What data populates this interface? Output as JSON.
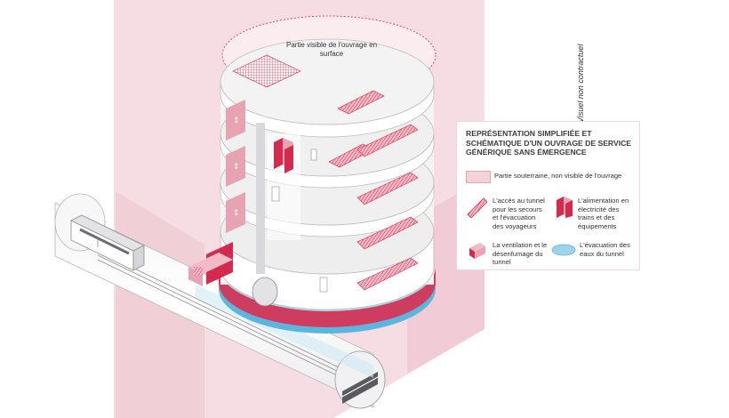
{
  "surface_label": "Partie visible de l'ouvrage en surface",
  "disclaimer": "Visuel non contractuel",
  "legend": {
    "title": "REPRÉSENTATION SIMPLIFIÉE ET SCHÉMATIQUE D'UN OUVRAGE DE SERVICE GÉNÉRIQUE SANS ÉMERGENCE",
    "items": [
      {
        "icon": "underground-swatch-icon",
        "label": "Partie souterraine, non visible de l'ouvrage"
      },
      {
        "icon": "staircase-icon",
        "label": "L'accès au tunnel pour les secours et l'évacuation des voyageurs"
      },
      {
        "icon": "electrical-cabinet-icon",
        "label": "L'alimentation en électricité des trains et des équipements"
      },
      {
        "icon": "ventilation-icon",
        "label": "La ventilation et le désenfumage du tunnel"
      },
      {
        "icon": "water-drain-icon",
        "label": "L'évacuation des eaux du tunnel"
      }
    ]
  },
  "colors": {
    "pink_light": "#f3d3da",
    "pink_mid": "#e7a3b1",
    "crimson": "#d22b4f",
    "water_blue": "#9fd3ea",
    "water_deep": "#5bb6df",
    "grey_floor": "#e9e9ea",
    "grey_line": "#8d8d91"
  }
}
